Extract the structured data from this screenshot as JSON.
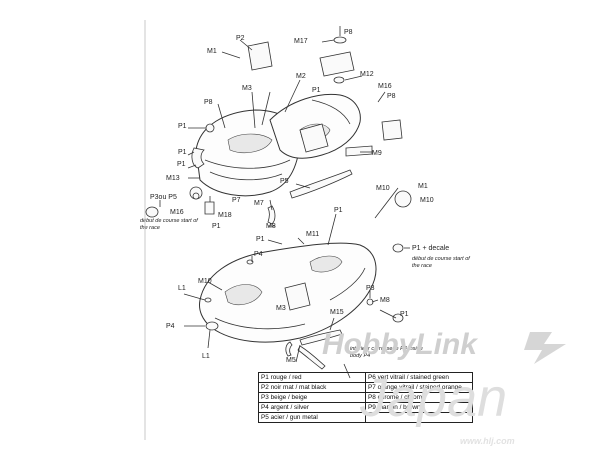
{
  "labels": {
    "upper": [
      "P2",
      "M1",
      "M3",
      "M2",
      "M17",
      "P8",
      "M12",
      "M16",
      "P1",
      "P8",
      "P1",
      "P8",
      "P1",
      "M13",
      "P1",
      "P3ou P5",
      "M16",
      "P7",
      "M18",
      "P1",
      "M9",
      "P5",
      "M8",
      "M7"
    ],
    "lower": [
      "P1",
      "M11",
      "P1",
      "P4",
      "M10",
      "L1",
      "P4",
      "L1",
      "M15",
      "M5",
      "P1",
      "M3",
      "M10",
      "M10",
      "P1 + decale",
      "P3",
      "M8",
      "M1"
    ]
  },
  "notes": {
    "start_upper": "début de course start of the race",
    "start_lower": "début de course start of the race",
    "inside_body": "intérieur carrosserie P4 inside body P4"
  },
  "legend": {
    "rows": [
      [
        "P1 rouge / red",
        "P6 vert vitrail / stained green"
      ],
      [
        "P2 noir mat / mat black",
        "P7 orange vitrail / stained orange"
      ],
      [
        "P3 beige / beige",
        "P8 chrome / chrom"
      ],
      [
        "P4 argent / silver",
        "P9 marron / brown"
      ],
      [
        "P5 acier / gun metal",
        ""
      ]
    ]
  },
  "watermark": {
    "brand": "HobbyLink",
    "sub": "Japan",
    "url": "www.hlj.com"
  }
}
